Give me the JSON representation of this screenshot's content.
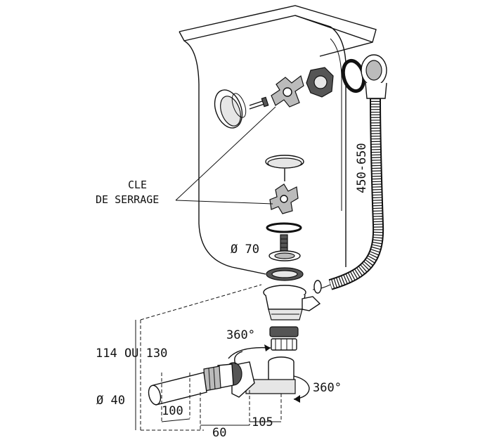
{
  "labels": {
    "key_line1": "CLE",
    "key_line2": "DE SERRAGE",
    "hose_length": "450-650",
    "diam_70": "Ø 70",
    "rot_360_top": "360°",
    "rot_360_right": "360°",
    "height_114_130": "114 OU 130",
    "diam_40": "Ø 40",
    "dim_100": "100",
    "dim_60": "60",
    "dim_105": "105"
  },
  "colors": {
    "line": "#111111",
    "fill_dark": "#555555",
    "fill_mid": "#bbbbbb",
    "fill_light": "#e6e6e6",
    "background": "#ffffff"
  }
}
